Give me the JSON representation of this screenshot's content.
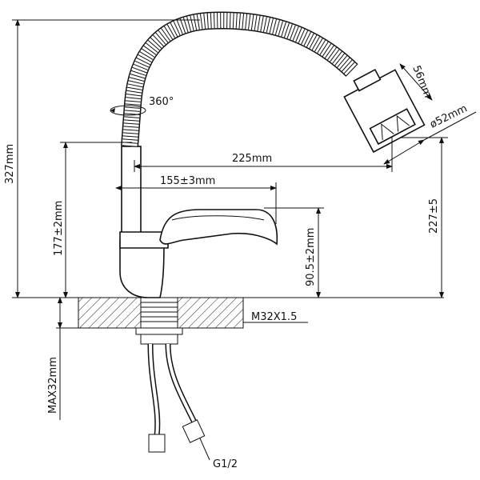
{
  "labels": {
    "height_total": "327mm",
    "rotation": "360°",
    "head_length": "56mm",
    "head_diameter": "ø52mm",
    "reach": "225mm",
    "spout_reach": "155±3mm",
    "body_height": "177±2mm",
    "lever_height": "90.5±2mm",
    "outlet_height": "227±5",
    "thread": "M32X1.5",
    "max_thickness": "MAX32mm",
    "hose_thread": "G1/2"
  }
}
